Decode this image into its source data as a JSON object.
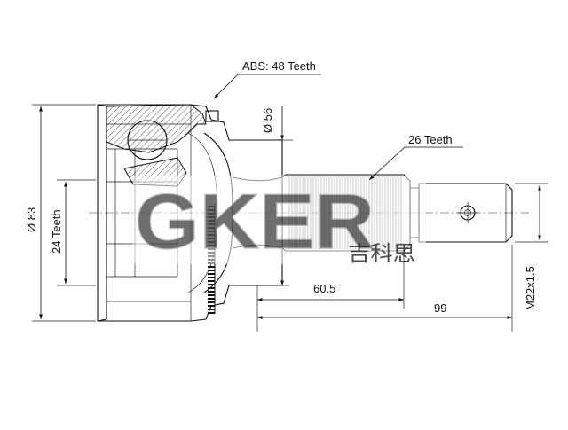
{
  "labels": {
    "abs": "ABS: 48 Teeth",
    "dia56": "Ø 56",
    "teeth26": "26 Teeth",
    "dia83": "Ø 83",
    "teeth24": "24 Teeth",
    "len60": "60.5",
    "len99": "99",
    "thread": "M22x1.5"
  },
  "watermark": {
    "latin": "GKER",
    "cjk": "吉科思"
  }
}
